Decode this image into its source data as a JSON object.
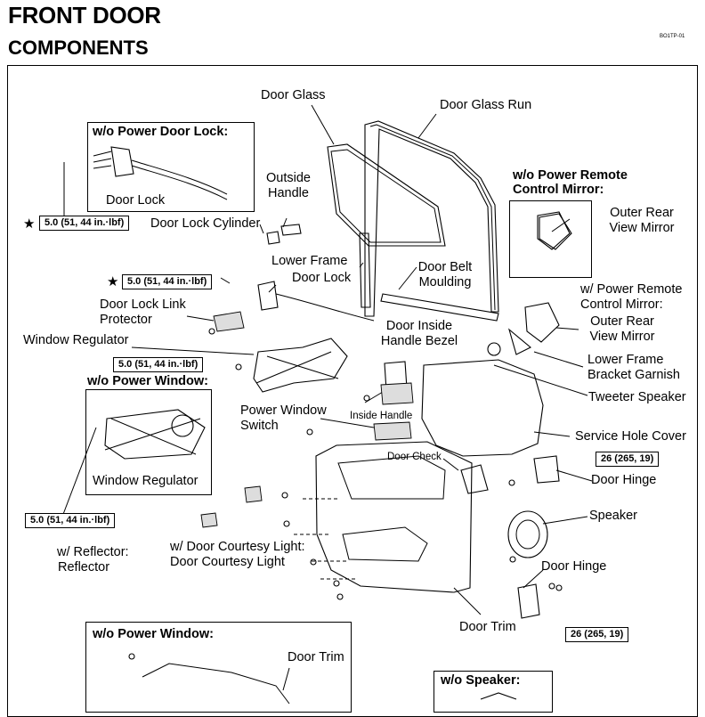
{
  "header": {
    "title": "FRONT DOOR",
    "subtitle": "COMPONENTS",
    "code": "BO1TP-01"
  },
  "boxes": {
    "wo_power_door_lock": "w/o Power Door Lock:",
    "wo_power_remote_mirror": "w/o Power Remote Control Mirror:",
    "wo_power_window": "w/o Power Window:",
    "wo_power_window_2": "w/o Power Window:",
    "wo_speaker": "w/o Speaker:"
  },
  "labels": {
    "door_glass": "Door Glass",
    "door_glass_run": "Door Glass Run",
    "door_lock_box": "Door Lock",
    "outside_handle": "Outside Handle",
    "door_lock_cylinder": "Door Lock Cylinder",
    "outer_rear_view_mirror_1": "Outer Rear View Mirror",
    "lower_frame": "Lower Frame",
    "door_lock": "Door Lock",
    "door_belt_moulding": "Door Belt Moulding",
    "w_power_remote_mirror": "w/ Power Remote Control Mirror:",
    "outer_rear_view_mirror_2": "Outer Rear View Mirror",
    "door_lock_link_protector": "Door Lock Link Protector",
    "door_inside_handle_bezel": "Door Inside Handle Bezel",
    "window_regulator": "Window Regulator",
    "lower_frame_bracket_garnish": "Lower Frame Bracket Garnish",
    "tweeter_speaker": "Tweeter Speaker",
    "inside_handle": "Inside Handle",
    "power_window_switch": "Power Window Switch",
    "service_hole_cover": "Service Hole Cover",
    "window_regulator_box": "Window Regulator",
    "door_check": "Door Check",
    "door_hinge_1": "Door Hinge",
    "speaker": "Speaker",
    "w_reflector": "w/ Reflector:",
    "reflector": "Reflector",
    "w_courtesy_light": "w/ Door Courtesy Light:",
    "door_courtesy_light": "Door Courtesy Light",
    "door_hinge_2": "Door Hinge",
    "door_trim": "Door Trim",
    "door_trim_box": "Door Trim"
  },
  "torque": {
    "t1": "5.0 (51, 44 in.·lbf)",
    "t2": "5.0 (51, 44 in.·lbf)",
    "t3": "5.0 (51, 44 in.·lbf)",
    "t4": "5.0 (51, 44 in.·lbf)",
    "t5": "26 (265, 19)",
    "t6": "26 (265, 19)",
    "star": "★"
  }
}
